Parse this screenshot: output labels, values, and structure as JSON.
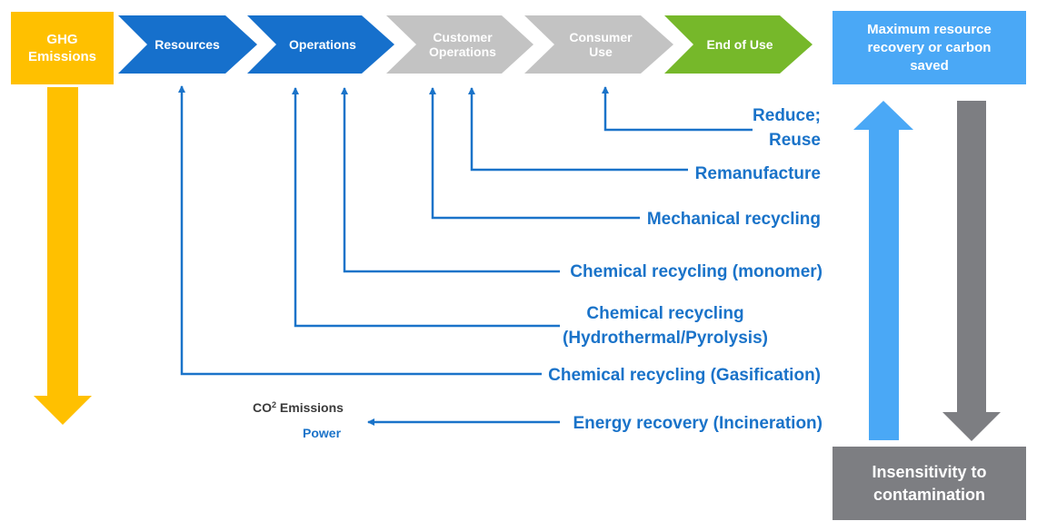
{
  "header": {
    "ghg_box": "GHG\nEmissions",
    "stages": [
      "Resources",
      "Operations",
      "Customer\nOperations",
      "Consumer\nUse",
      "End of Use"
    ],
    "max_box": "Maximum resource\nrecovery or carbon\nsaved"
  },
  "routes": [
    "Reduce;\nReuse",
    "Remanufacture",
    "Mechanical recycling",
    "Chemical recycling (monomer)",
    "Chemical recycling\n(Hydrothermal/Pyrolysis)",
    "Chemical recycling (Gasification)",
    "Energy recovery (Incineration)"
  ],
  "outputs": {
    "co2_prefix": "CO",
    "co2_sup": "2",
    "co2_suffix": " Emissions",
    "power": "Power"
  },
  "side": {
    "insensitivity": "Insensitivity to\ncontamination"
  },
  "colors": {
    "ghg_yellow": "#ffc000",
    "stage_blue": "#1670cc",
    "stage_gray": "#c3c3c3",
    "stage_green": "#76b82a",
    "light_blue": "#4aa8f6",
    "dark_gray": "#7d7e82",
    "line_blue": "#1a73c9"
  }
}
